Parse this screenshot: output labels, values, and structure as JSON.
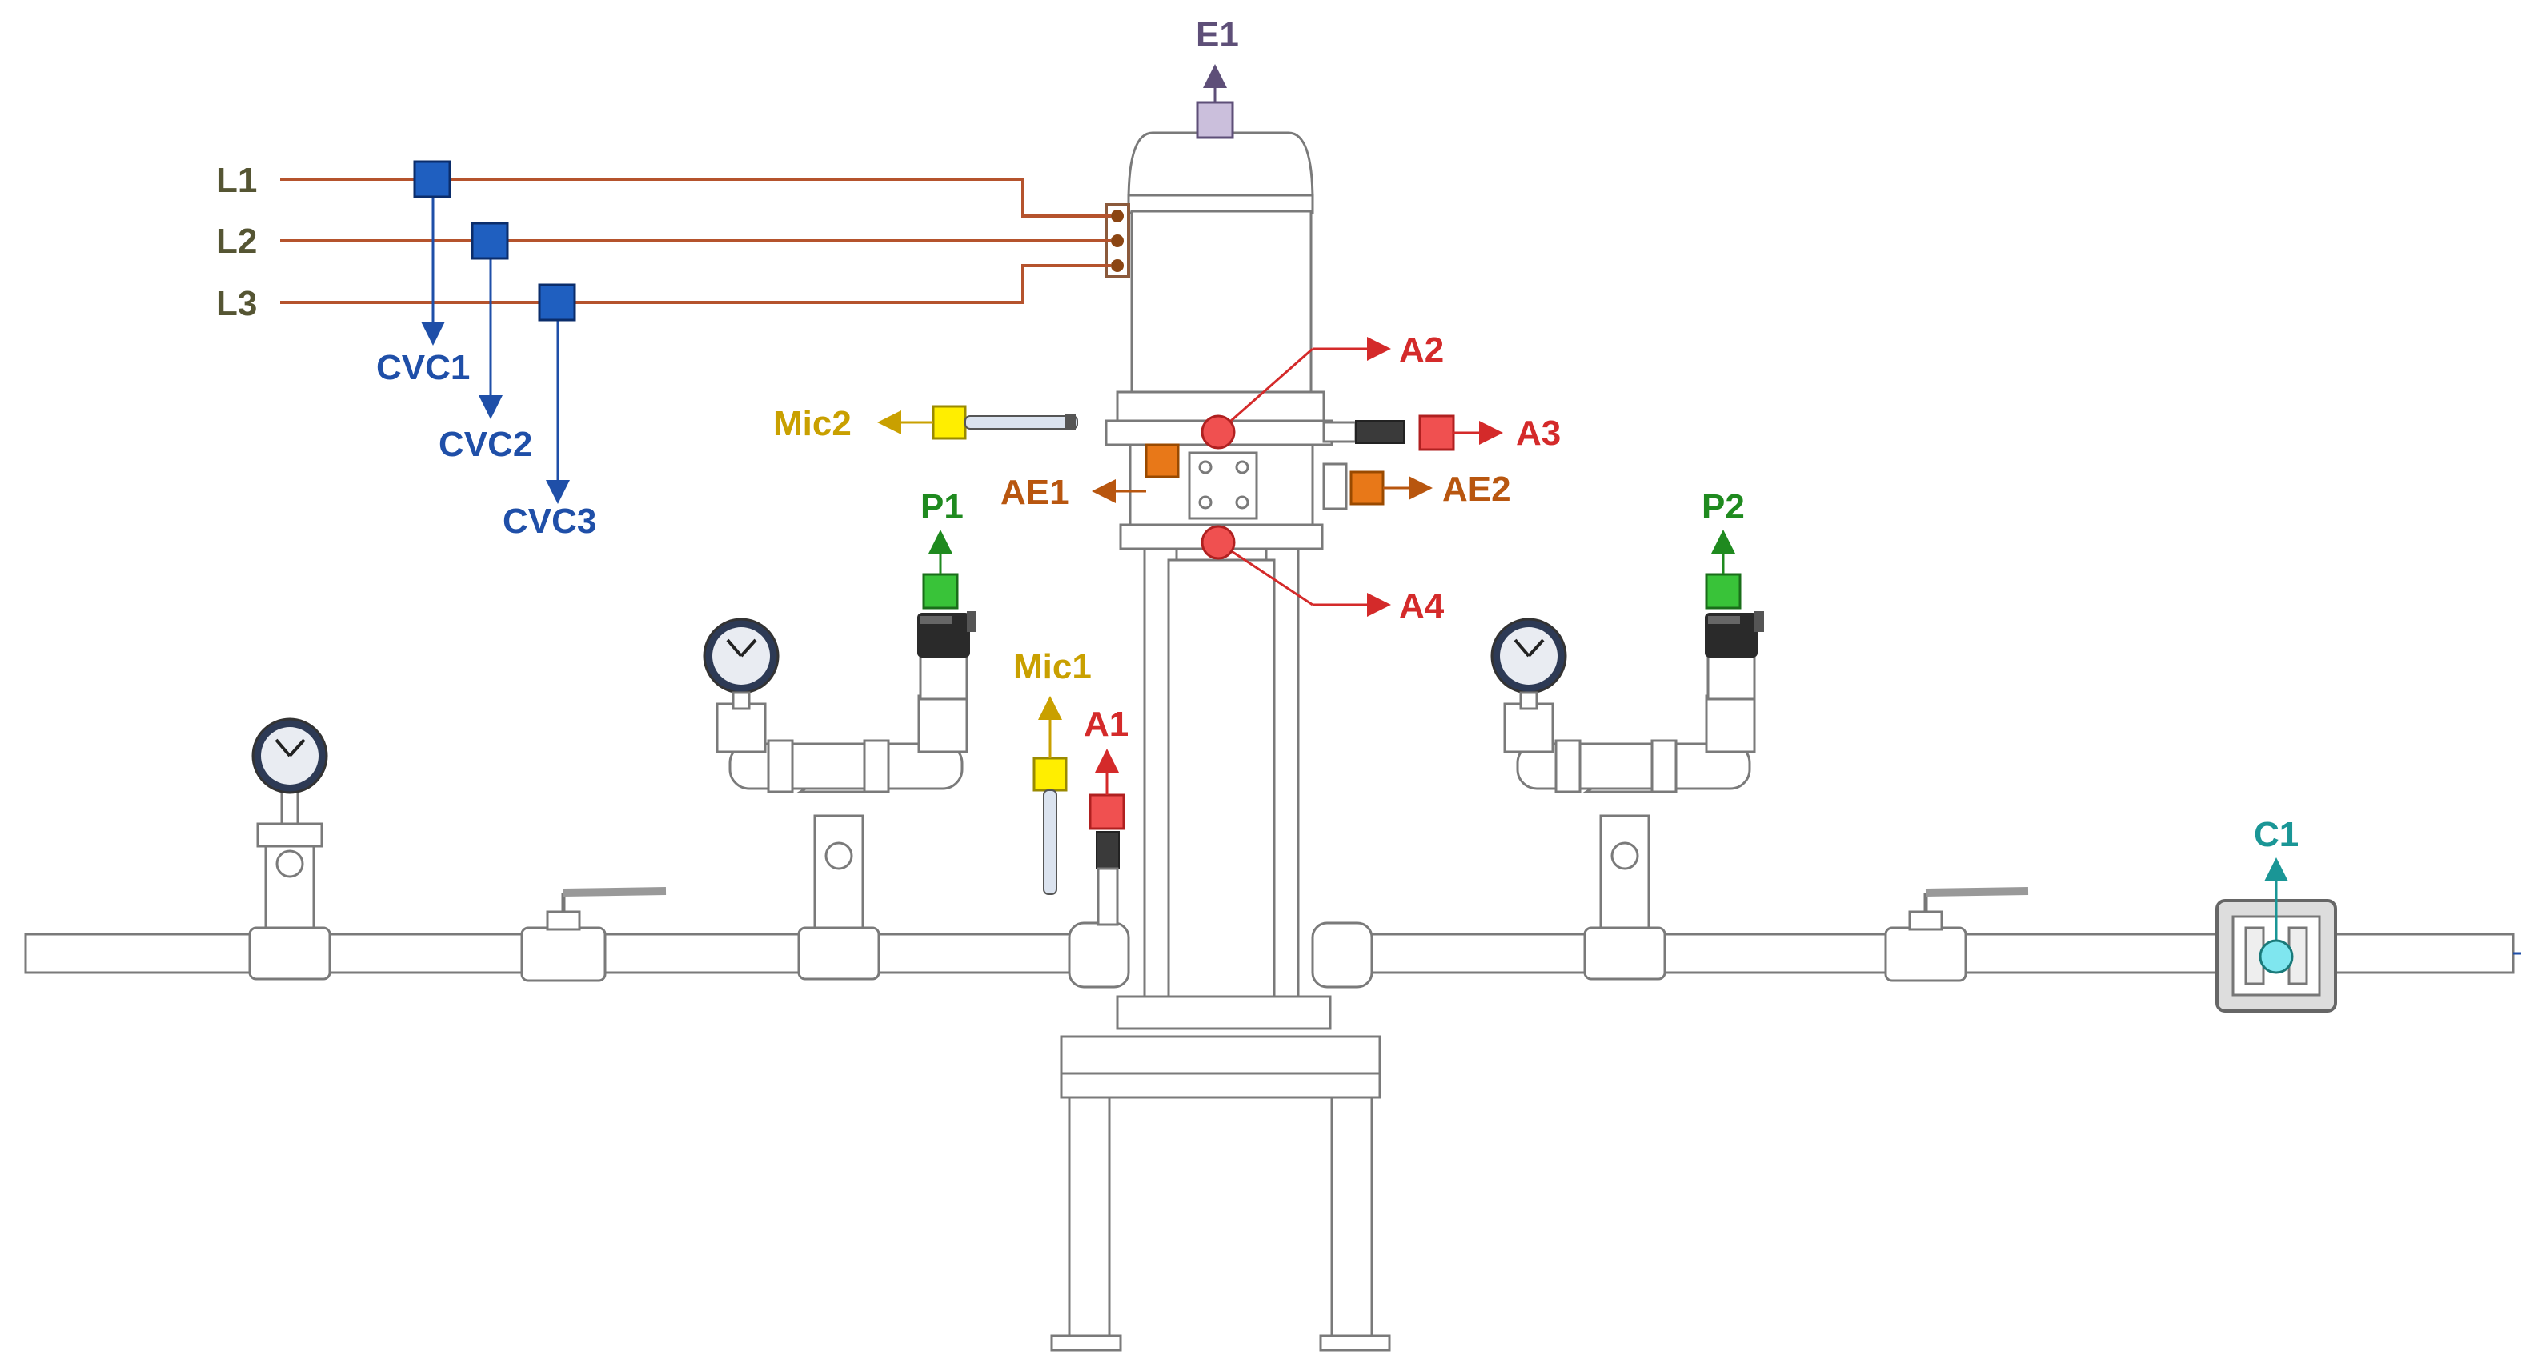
{
  "colors": {
    "line_phase": "#b5532d",
    "current": "#1f4fa8",
    "accel": "#d42a2a",
    "acoustic": "#c9a000",
    "acoustic_emission": "#b8560f",
    "pressure": "#1f8a1f",
    "encoder": "#5e4f78",
    "flow": "#1a9696",
    "phase_label": "#555533"
  },
  "phases": {
    "l1": "L1",
    "l2": "L2",
    "l3": "L3"
  },
  "current_sensors": {
    "cvc1": "CVC1",
    "cvc2": "CVC2",
    "cvc3": "CVC3"
  },
  "accelerometers": {
    "a1": "A1",
    "a2": "A2",
    "a3": "A3",
    "a4": "A4"
  },
  "acoustic_emission": {
    "ae1": "AE1",
    "ae2": "AE2"
  },
  "microphones": {
    "mic1": "Mic1",
    "mic2": "Mic2"
  },
  "pressure_sensors": {
    "p1": "P1",
    "p2": "P2"
  },
  "encoder": "E1",
  "flowmeter": "C1",
  "icons": [
    "pressure-gauge-icon",
    "ball-valve-icon",
    "needle-valve-icon",
    "pressure-transducer-icon",
    "microphone-icon",
    "flowmeter-icon"
  ]
}
